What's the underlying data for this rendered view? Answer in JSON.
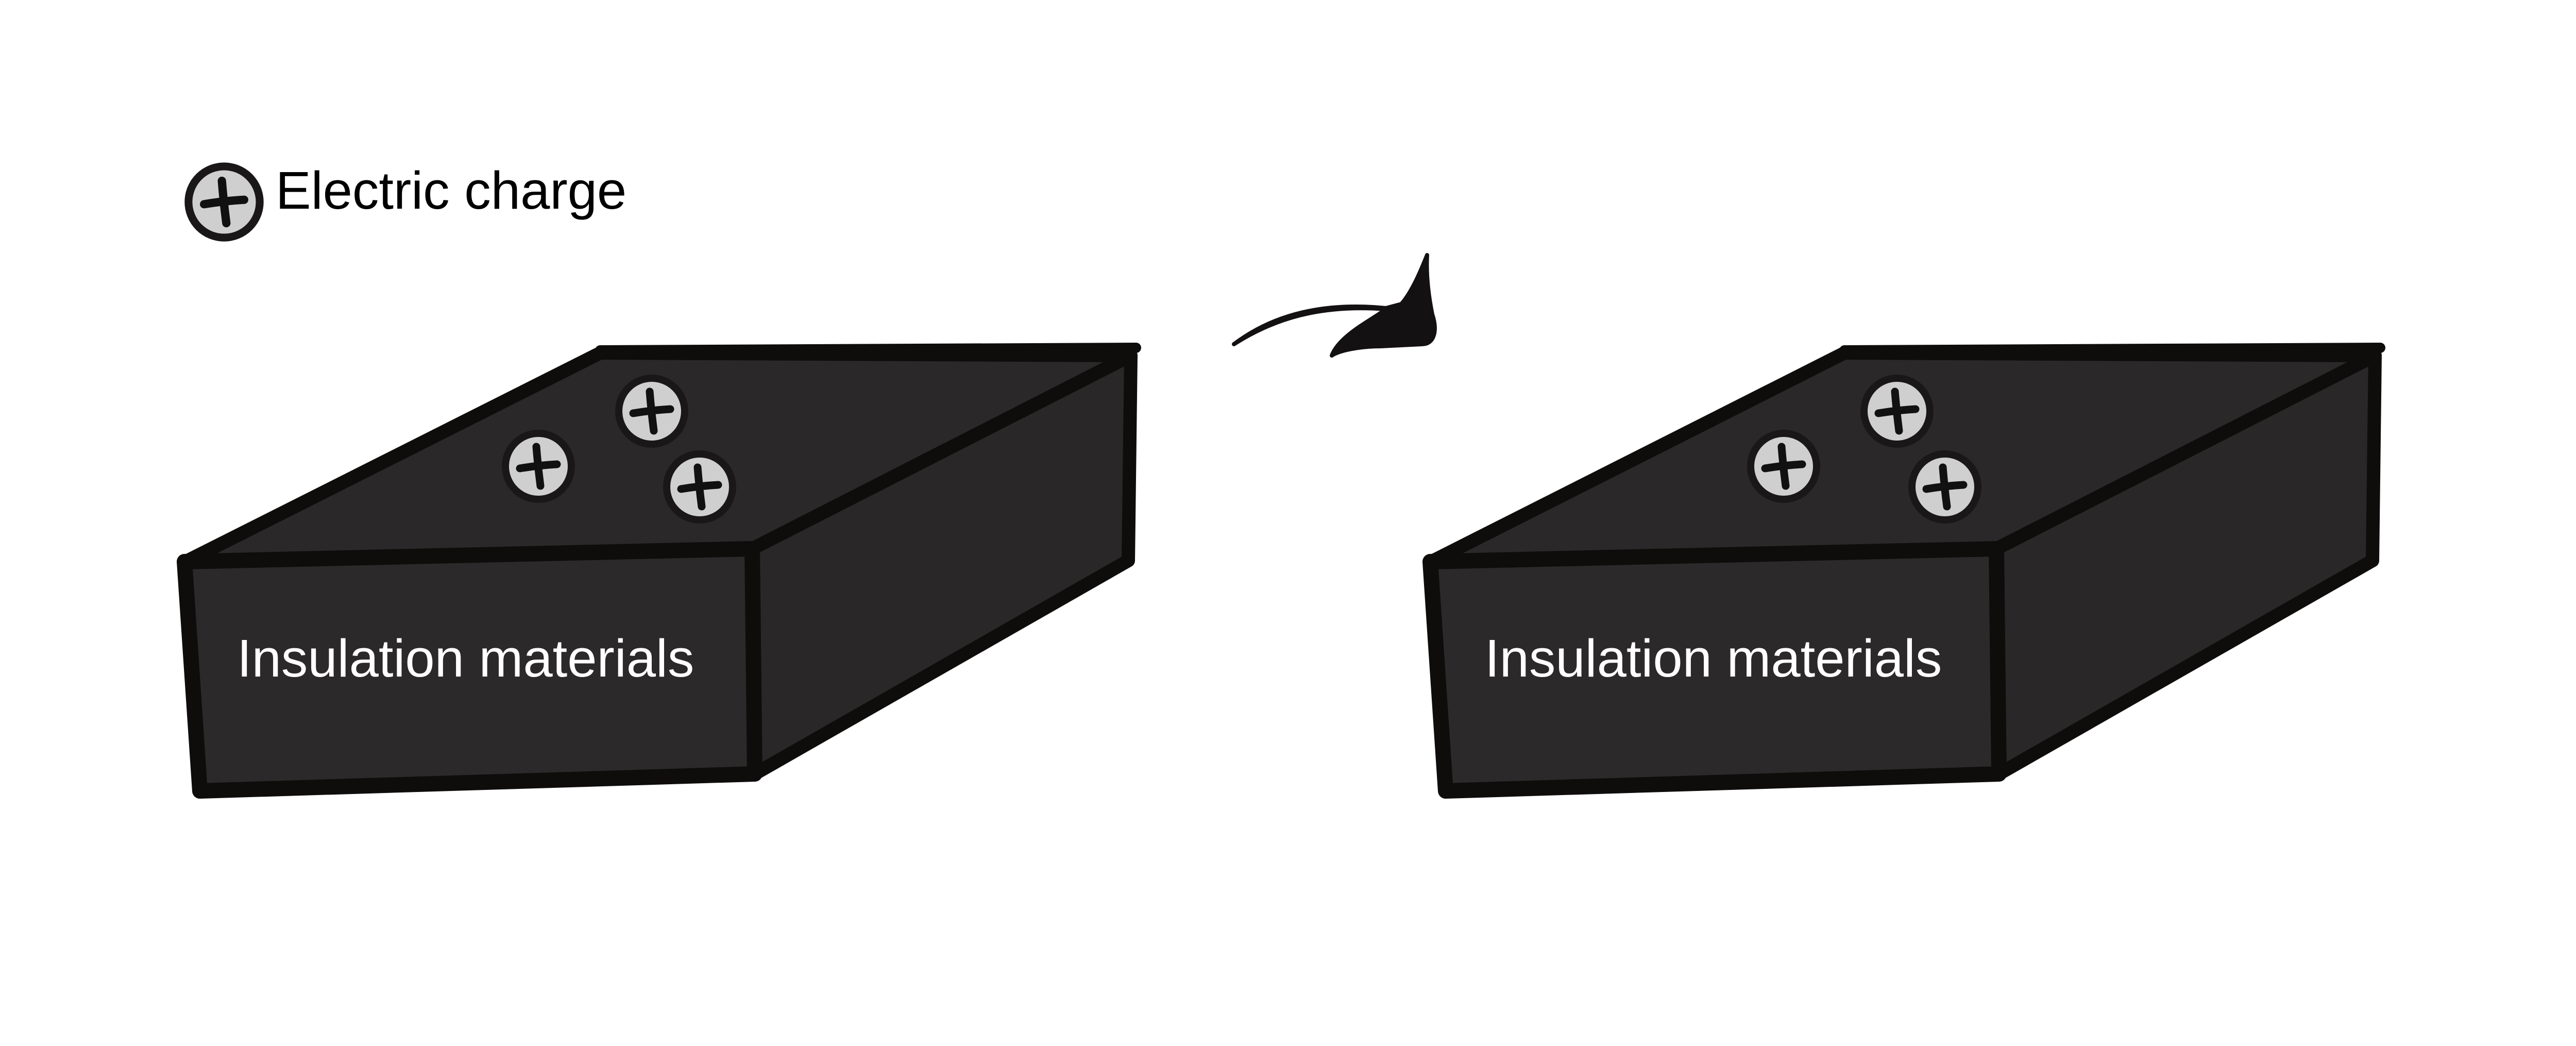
{
  "legend": {
    "label": "Electric charge",
    "icon": "positive-charge-icon"
  },
  "diagram": {
    "boxes": [
      {
        "label": "Insulation materials",
        "charge_count": 3
      },
      {
        "label": "Insulation materials",
        "charge_count": 3
      }
    ],
    "transition_icon": "curved-arrow-icon"
  },
  "colors": {
    "background": "#ffffff",
    "box_face": "#2c292a",
    "box_outline": "#0f0c0c",
    "label_text": "#ffffff",
    "legend_text": "#000000",
    "charge_fill": "#cfcfcf",
    "charge_ring": "#1a1718"
  }
}
